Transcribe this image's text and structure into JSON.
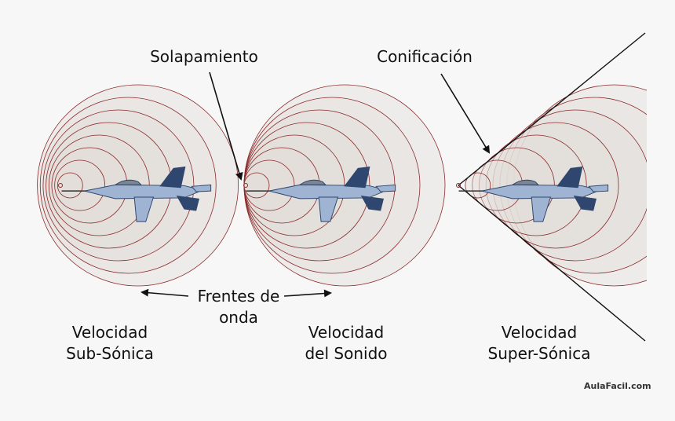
{
  "labels": {
    "overlap": "Solapamiento",
    "coning": "Conificación",
    "wavefronts_line1": "Frentes de",
    "wavefronts_line2": "onda"
  },
  "regimes": [
    {
      "line1": "Velocidad",
      "line2": "Sub-Sónica"
    },
    {
      "line1": "Velocidad",
      "line2": "del Sonido"
    },
    {
      "line1": "Velocidad",
      "line2": "Super-Sónica"
    }
  ],
  "brand": "AulaFacil.com",
  "colors": {
    "background": "#f7f7f7",
    "wave_fill": "#e3ddda",
    "wave_stroke": "#8b2a2a",
    "jet_body": "#9fb4d2",
    "jet_dark": "#2f466e",
    "text": "#111111"
  },
  "icons": [
    "fighter-jet-icon",
    "arrow-icon"
  ]
}
